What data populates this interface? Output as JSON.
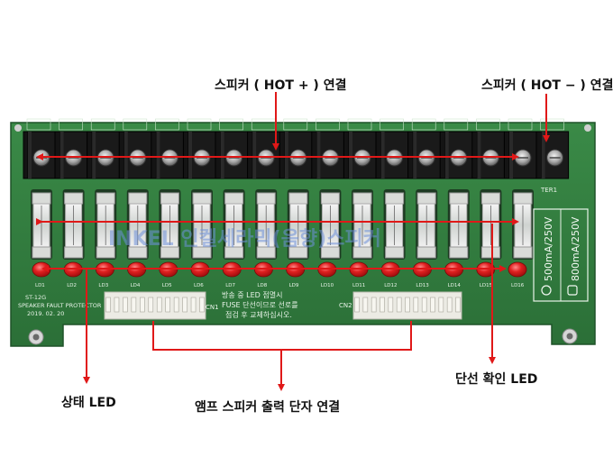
{
  "board": {
    "model": "ST-12G",
    "name": "SPEAKER FAULT PROTECTOR",
    "date": "2019. 02. 20",
    "terminal_label": "TER1",
    "connector_left": "CN1",
    "connector_right": "CN2",
    "watermark": "INKEL 인켈세라믹(음향)스피커",
    "fuse_rating_1": "500mA/250V",
    "fuse_rating_2": "800mA/250V",
    "notice_line1": "방송 중 LED 점멸시",
    "notice_line2": "FUSE 단선이므로 선로를",
    "notice_line3": "점검 후 교체하십시오.",
    "led_labels": [
      "LD1",
      "LD2",
      "LD3",
      "LD4",
      "LD5",
      "LD6",
      "LD7",
      "LD8",
      "LD9",
      "LD10",
      "LD11",
      "LD12",
      "LD13",
      "LD14",
      "LD15",
      "LD16"
    ],
    "colors": {
      "pcb": "#2f7a3c",
      "terminal": "#151515",
      "led": "#d81818",
      "arrow": "#e01818"
    }
  },
  "callouts": {
    "speaker_hot_plus": "스피커 ( HOT + ) 연결",
    "speaker_hot_minus": "스피커 ( HOT − ) 연결",
    "status_led": "상태 LED",
    "amp_speaker_output": "앰프 스피커 출력 단자 연결",
    "open_check_led": "단선 확인 LED"
  }
}
